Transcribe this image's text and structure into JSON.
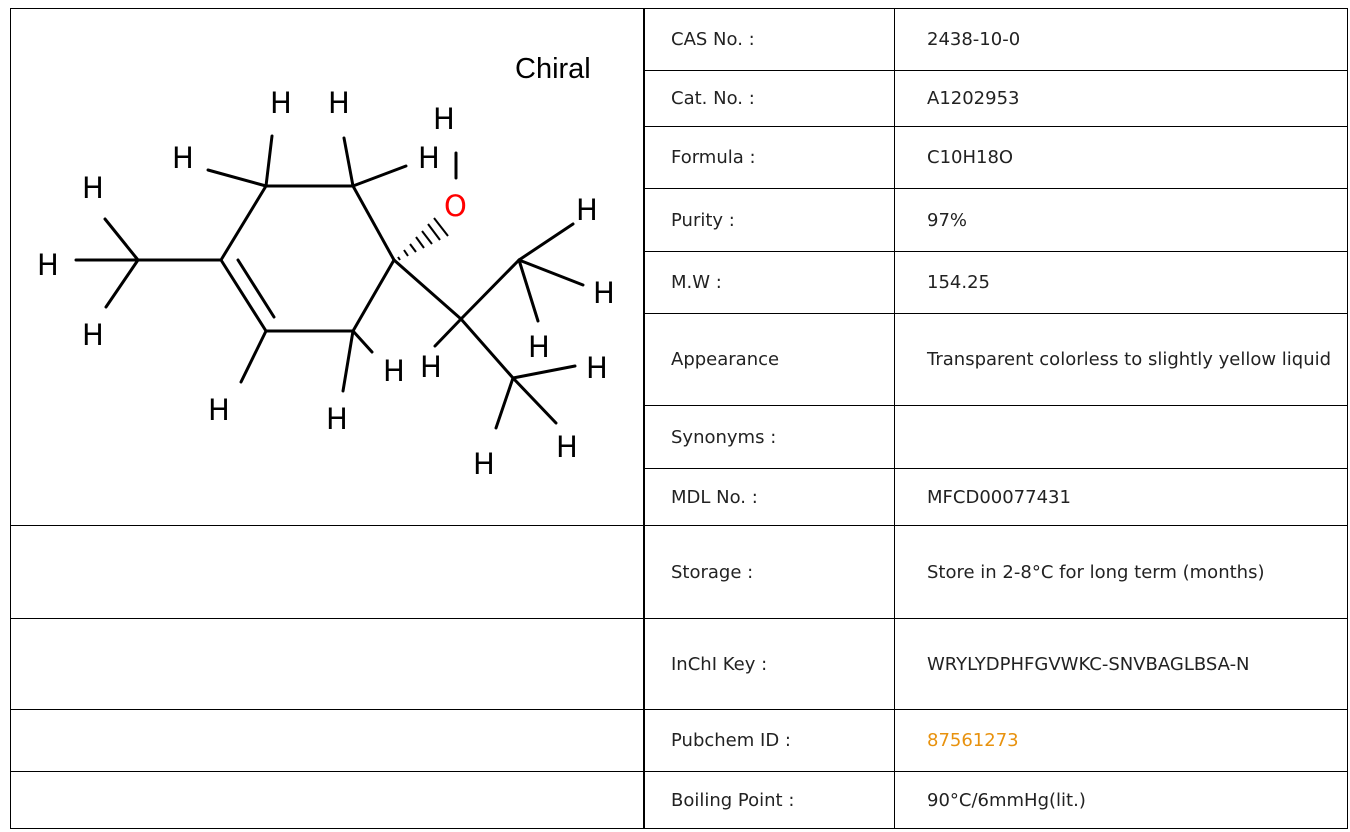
{
  "structure": {
    "chiral_label": "Chiral",
    "atoms": {
      "hydrogen": "H",
      "oxygen": "O"
    },
    "oxygen_color": "#ff0000"
  },
  "properties": [
    {
      "label": "CAS No. :",
      "value": "2438-10-0"
    },
    {
      "label": "Cat. No. :",
      "value": "A1202953"
    },
    {
      "label": "Formula :",
      "value": "C10H18O"
    },
    {
      "label": "Purity :",
      "value": "97%"
    },
    {
      "label": "M.W :",
      "value": "154.25"
    },
    {
      "label": "Appearance",
      "value": "Transparent colorless to slightly yellow liquid"
    },
    {
      "label": "Synonyms :",
      "value": ""
    },
    {
      "label": "MDL No. :",
      "value": "MFCD00077431"
    },
    {
      "label": "Storage :",
      "value": "Store in 2-8°C for long term (months)"
    },
    {
      "label": "InChI Key :",
      "value": "WRYLYDPHFGVWKC-SNVBAGLBSA-N"
    },
    {
      "label": "Pubchem ID :",
      "value": "87561273"
    },
    {
      "label": "Boiling Point :",
      "value": "90°C/6mmHg(lit.)"
    }
  ],
  "link_color": "#e8920e"
}
